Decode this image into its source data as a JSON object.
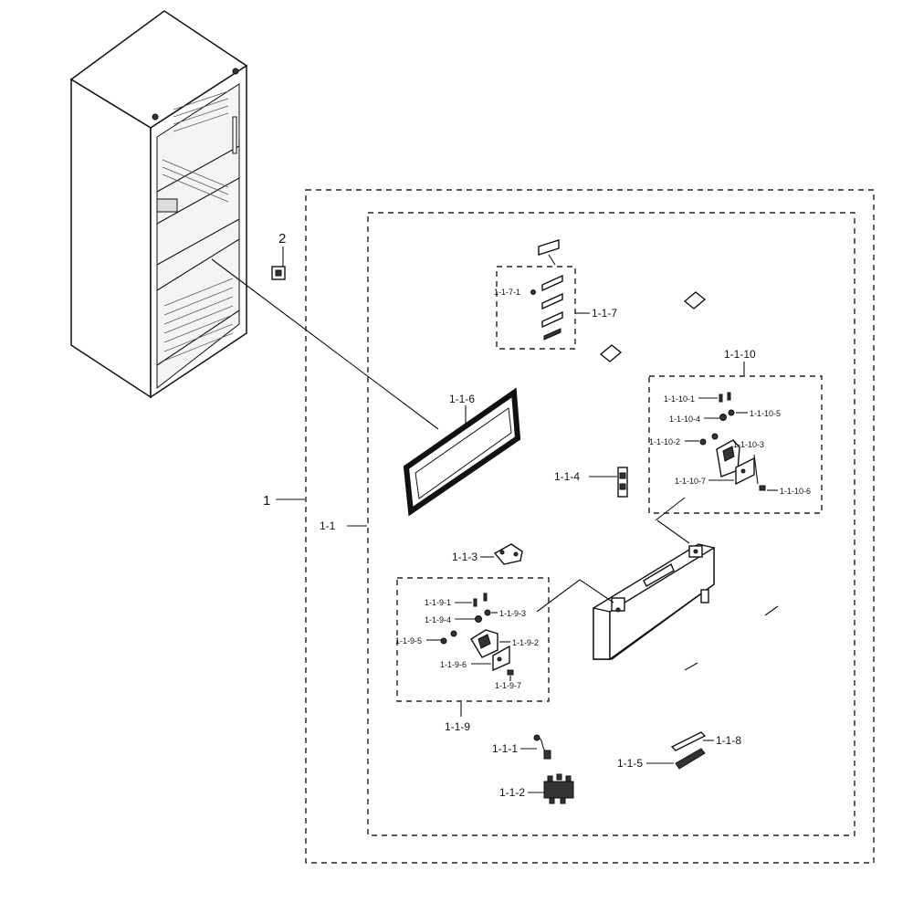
{
  "labels": {
    "assembly": "1",
    "door_hinge_part": "2",
    "sub_assembly": "1-1",
    "part_1_1_1": "1-1-1",
    "part_1_1_2": "1-1-2",
    "part_1_1_3": "1-1-3",
    "part_1_1_4": "1-1-4",
    "part_1_1_5": "1-1-5",
    "part_1_1_6": "1-1-6",
    "part_1_1_7": "1-1-7",
    "part_1_1_7_1": "1-1-7-1",
    "part_1_1_8": "1-1-8",
    "group_1_1_9": "1-1-9",
    "part_1_1_9_1": "1-1-9-1",
    "part_1_1_9_2": "1-1-9-2",
    "part_1_1_9_3": "1-1-9-3",
    "part_1_1_9_4": "1-1-9-4",
    "part_1_1_9_5": "1-1-9-5",
    "part_1_1_9_6": "1-1-9-6",
    "part_1_1_9_7": "1-1-9-7",
    "group_1_1_10": "1-1-10",
    "part_1_1_10_1": "1-1-10-1",
    "part_1_1_10_2": "1-1-10-2",
    "part_1_1_10_3": "1-1-10-3",
    "part_1_1_10_4": "1-1-10-4",
    "part_1_1_10_5": "1-1-10-5",
    "part_1_1_10_6": "1-1-10-6",
    "part_1_1_10_7": "1-1-10-7"
  }
}
